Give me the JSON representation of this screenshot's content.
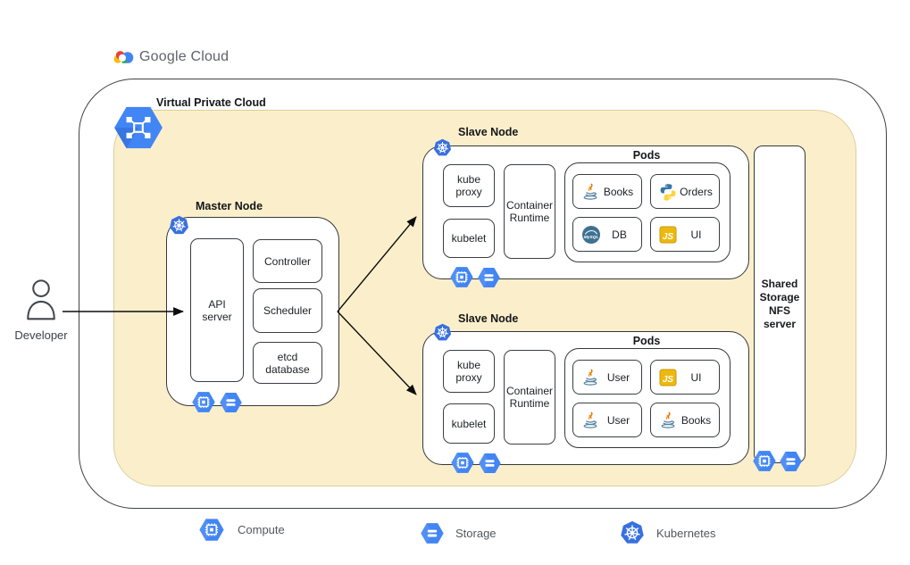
{
  "logo": {
    "text": "Google Cloud"
  },
  "vpc": {
    "label": "Virtual Private Cloud"
  },
  "developer": {
    "label": "Developer"
  },
  "master": {
    "title": "Master Node",
    "api_server": "API server",
    "controller": "Controller",
    "scheduler": "Scheduler",
    "etcd": "etcd database"
  },
  "slave1": {
    "title": "Slave Node",
    "kube_proxy": "kube proxy",
    "kubelet": "kubelet",
    "container_runtime": "Container Runtime",
    "pods_title": "Pods",
    "pods": [
      {
        "icon": "java-icon",
        "label": "Books"
      },
      {
        "icon": "python-icon",
        "label": "Orders"
      },
      {
        "icon": "mysql-icon",
        "label": "DB"
      },
      {
        "icon": "js-icon",
        "label": "UI"
      }
    ]
  },
  "slave2": {
    "title": "Slave Node",
    "kube_proxy": "kube proxy",
    "kubelet": "kubelet",
    "container_runtime": "Container Runtime",
    "pods_title": "Pods",
    "pods": [
      {
        "icon": "java-icon",
        "label": "User"
      },
      {
        "icon": "js-icon",
        "label": "UI"
      },
      {
        "icon": "java-icon",
        "label": "User"
      },
      {
        "icon": "java-icon",
        "label": "Books"
      }
    ]
  },
  "nfs": {
    "label": "Shared Storage NFS server"
  },
  "legend": [
    {
      "icon": "compute-icon",
      "label": "Compute"
    },
    {
      "icon": "storage-icon",
      "label": "Storage"
    },
    {
      "icon": "kubernetes-icon",
      "label": "Kubernetes"
    }
  ],
  "colors": {
    "google_blue": "#4285F4",
    "kubernetes_blue": "#3870E0",
    "vpc_fill": "#FBEFCB",
    "vpc_border": "#DCCE9C",
    "connector": "#0d0d0d"
  }
}
